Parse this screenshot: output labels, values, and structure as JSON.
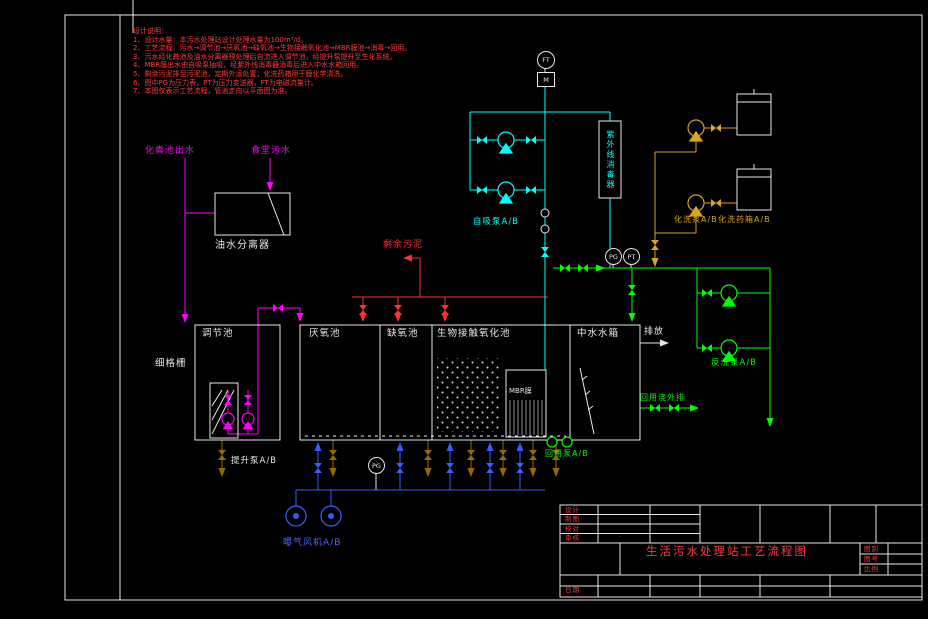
{
  "notes": {
    "heading": "设计说明：",
    "lines": [
      "1、设计水量：本污水处理站设计处理水量为100m³/d。",
      "2、工艺流程：污水→调节池→厌氧池→缺氧池→生物接触氧化池→MBR膜池→消毒→回用。",
      "3、污水经化粪池及油水分离器预处理后自流进入调节池，经提升泵提升至生化系统。",
      "4、MBR膜出水由自吸泵抽吸，经紫外线消毒器消毒后进入中水水箱回用。",
      "5、剩余污泥排至污泥池，定期外运处置；化洗药箱用于膜化学清洗。",
      "6、图中PG为压力表，PT为压力变送器，FT为电磁流量计。",
      "7、本图仅表示工艺流程，管道走向以平面图为准。"
    ]
  },
  "labels": {
    "septic_outlet": "化粪池出水",
    "canteen_sewage": "食堂污水",
    "oil_water_separator": "油水分离器",
    "regulating_tank": "调节池",
    "fine_screen": "细格栅",
    "lift_pump": "提升泵A/B",
    "anaerobic_tank": "厌氧池",
    "anoxic_tank": "缺氧池",
    "bio_contact_tank": "生物接触氧化池",
    "mbr_membrane": "MBR膜",
    "reclaimed_tank": "中水水箱",
    "discharge": "排放",
    "excess_sludge": "剩余污泥",
    "self_priming_pump": "自吸泵A/B",
    "uv_disinfector": "紫外线消毒器",
    "chem_wash_pump": "化洗泵A/B",
    "chem_tank": "化洗药箱A/B",
    "backwash_pump": "反洗泵A/B",
    "reuse_pump": "回用泵A/B",
    "reuse_outlet": "回用浇外排",
    "aeration_blower": "曝气风机A/B"
  },
  "instruments": {
    "ft": "FT",
    "motor_valve": "M",
    "pg_air": "PG",
    "pg": "PG",
    "pt": "PT"
  },
  "titleblock": {
    "title": "生活污水处理站工艺流程图",
    "rows": [
      "设计",
      "制图",
      "校对",
      "审核"
    ],
    "right_rows": [
      "图别",
      "图号",
      "比例"
    ],
    "date_label": "日期"
  },
  "colors": {
    "pipe_white": "#e8e8e8",
    "pipe_magenta": "#ff00ff",
    "pipe_red": "#ff3030",
    "pipe_cyan": "#00ffff",
    "pipe_green": "#00ff00",
    "pipe_yellow": "#d9a520",
    "pipe_blue": "#3a5bff",
    "pipe_brown": "#9a6a00",
    "note_red": "#ff3b3b"
  }
}
